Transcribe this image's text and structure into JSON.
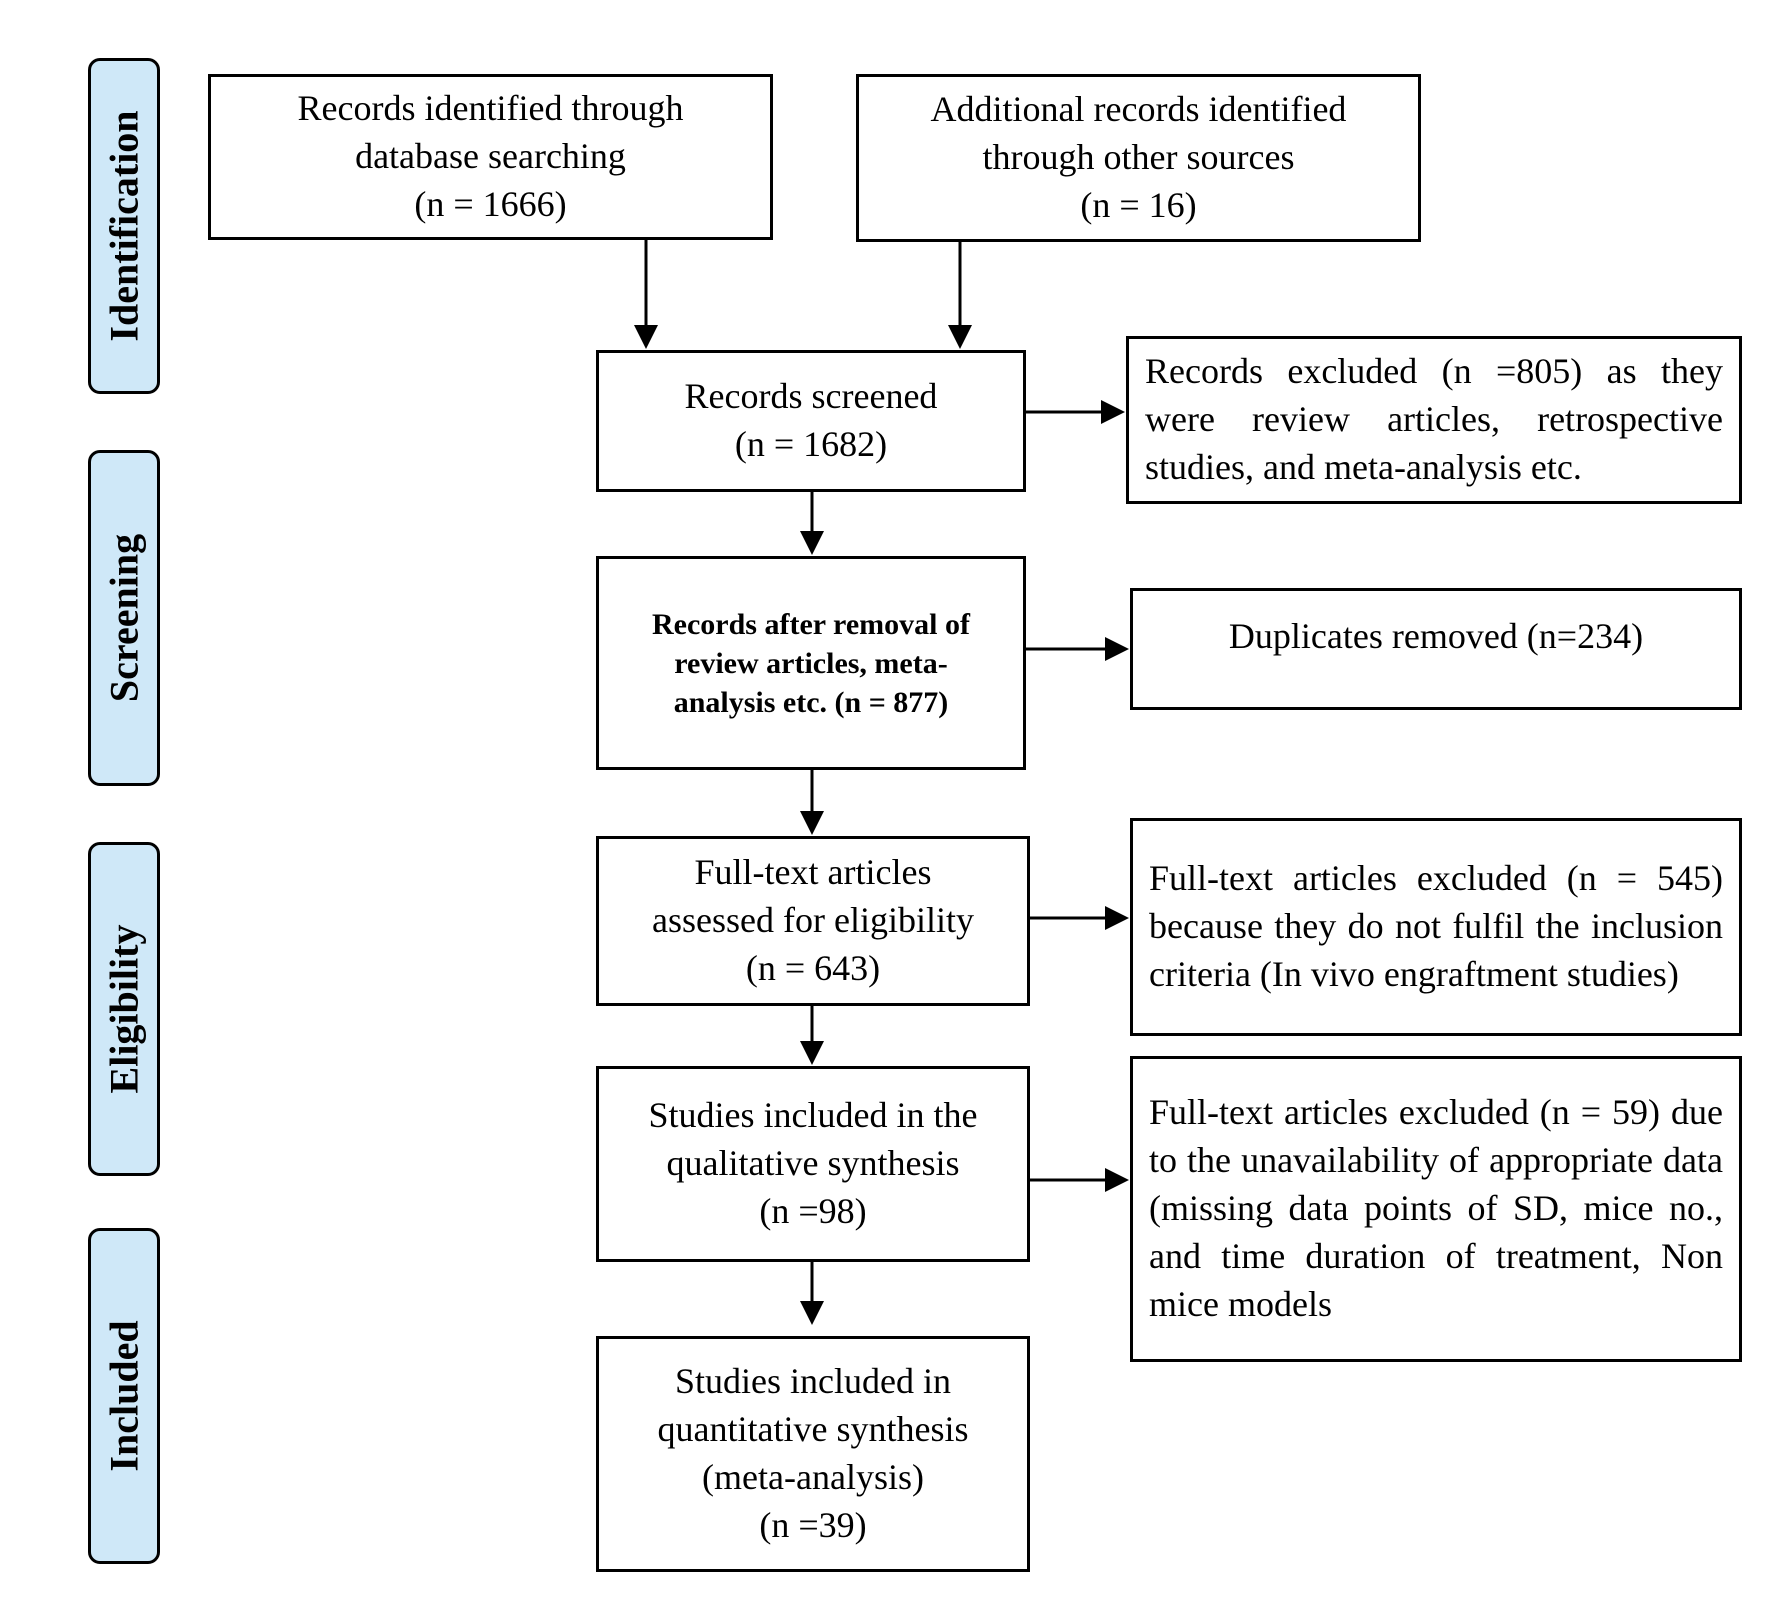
{
  "phases": {
    "identification": "Identification",
    "screening": "Screening",
    "eligibility": "Eligibility",
    "included": "Included"
  },
  "boxes": {
    "database_search": {
      "line1": "Records identified through",
      "line2": "database searching",
      "count": "(n = 1666)"
    },
    "other_sources": {
      "line1": "Additional records identified",
      "line2": "through other sources",
      "count": "(n = 16)"
    },
    "records_screened": {
      "line1": "Records screened",
      "count": "(n = 1682)"
    },
    "records_excluded": {
      "text": "Records excluded (n =805) as they were review articles, retrospective studies, and meta-analysis etc."
    },
    "after_removal": {
      "line1": "Records after removal of",
      "line2": "review articles, meta-",
      "line3": "analysis etc. (n = 877)"
    },
    "duplicates_removed": {
      "text": "Duplicates removed (n=234)"
    },
    "full_text_assessed": {
      "line1": "Full-text articles",
      "line2": "assessed for eligibility",
      "count": "(n = 643)"
    },
    "full_text_excluded_criteria": {
      "text": "Full-text articles excluded (n = 545) because they do not fulfil the inclusion criteria (In vivo engraftment studies)"
    },
    "qualitative_synthesis": {
      "line1": "Studies included in the",
      "line2": "qualitative synthesis",
      "count": "(n =98)"
    },
    "full_text_excluded_data": {
      "text": "Full-text articles excluded (n = 59) due to the unavailability of appropriate data (missing data points of SD, mice no., and time duration of treatment, Non mice models"
    },
    "quantitative_synthesis": {
      "line1": "Studies included in",
      "line2": "quantitative synthesis",
      "line3": "(meta-analysis)",
      "count": "(n =39)"
    }
  }
}
